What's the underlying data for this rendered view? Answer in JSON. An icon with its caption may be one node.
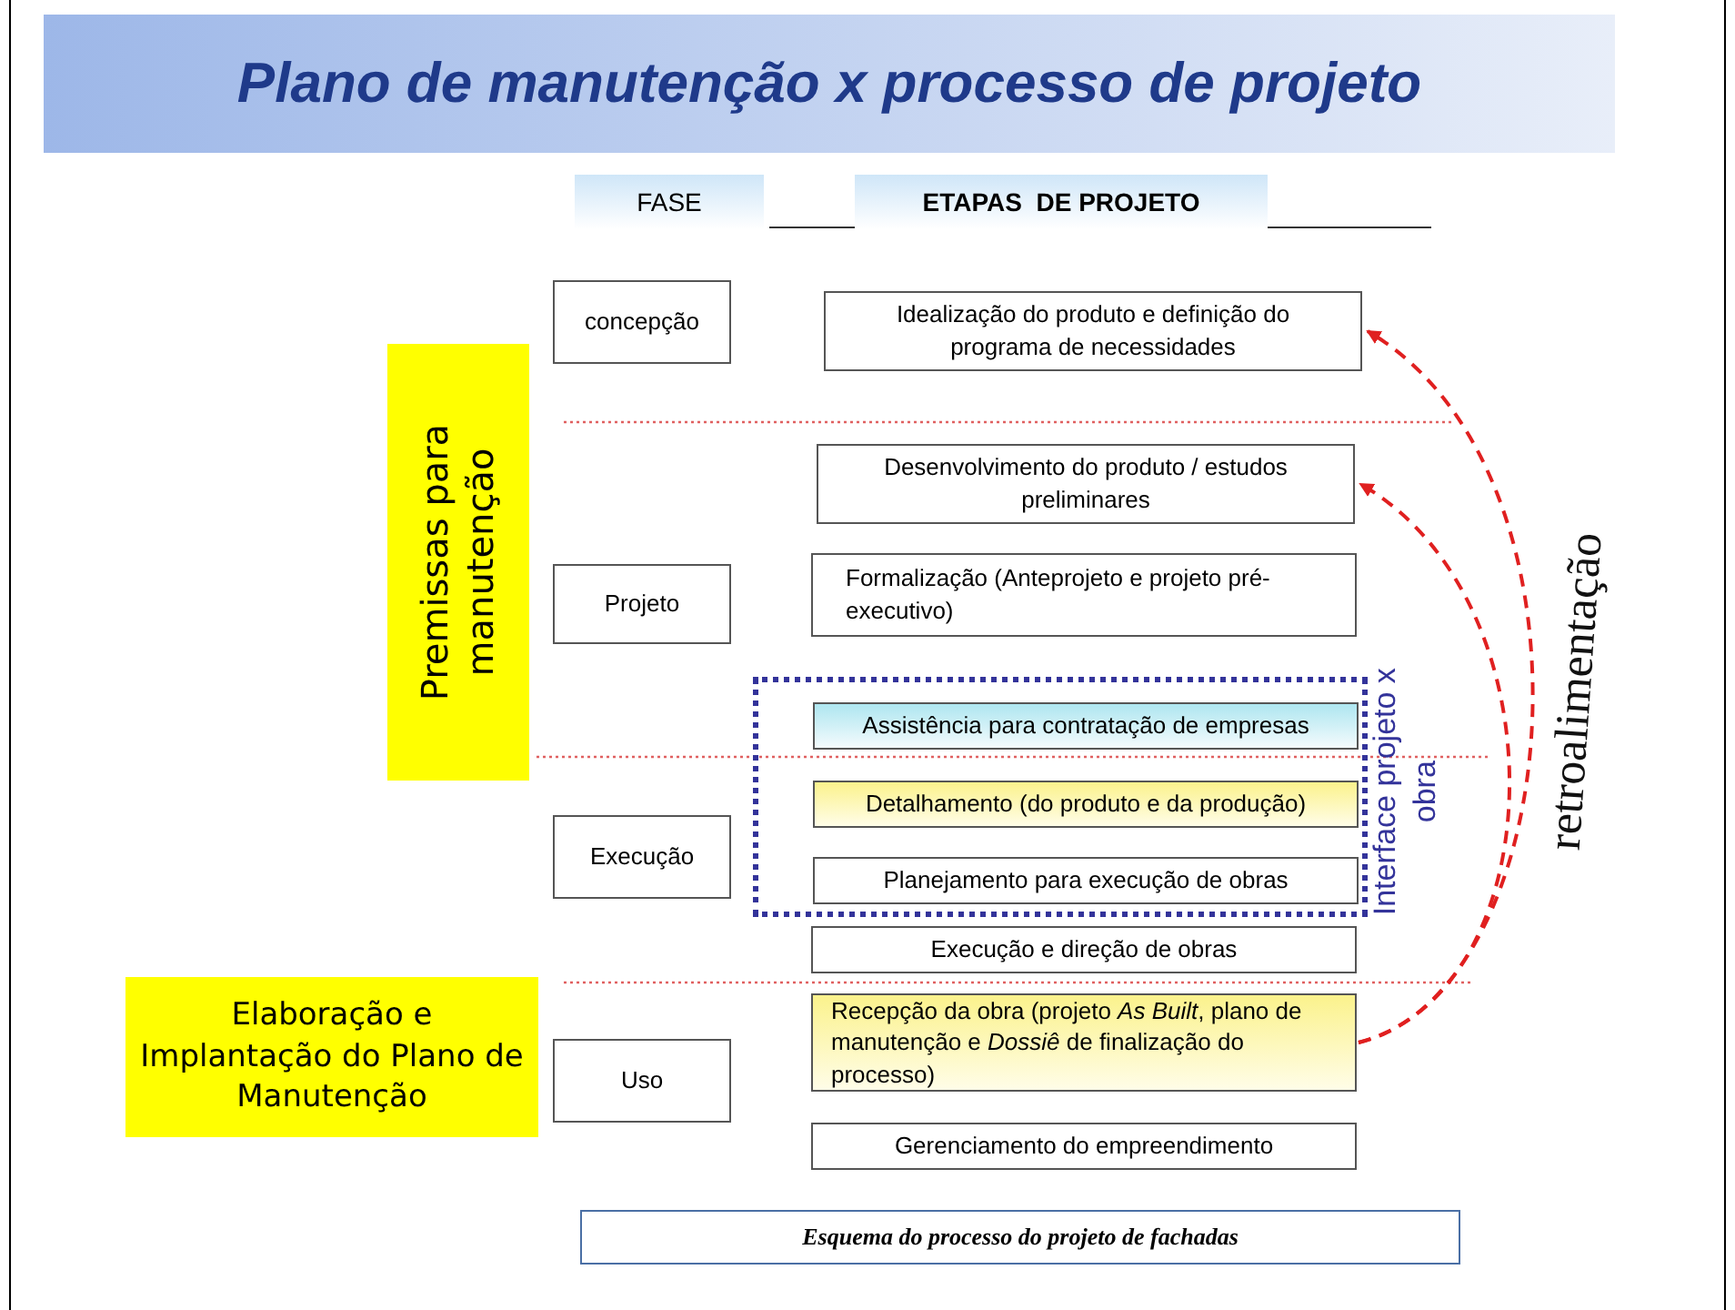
{
  "diagram": {
    "title": "Plano de manutenção x processo de projeto",
    "nodes": [
      {
        "text": [
          "FASE"
        ]
      },
      {
        "text": [
          "ETAPAS  DE PROJETO"
        ]
      },
      {
        "text": [
          "Premissas para manutenção"
        ]
      },
      {
        "text": [
          "concepção"
        ]
      },
      {
        "text": [
          "Idealização do produto e definição do programa de necessidades"
        ]
      },
      {
        "text": [
          "Desenvolvimento do produto / estudos preliminares"
        ]
      },
      {
        "text": [
          "Projeto"
        ]
      },
      {
        "text": [
          "Formalização (Anteprojeto e projeto pré-executivo)"
        ]
      },
      {
        "text": [
          "Interface projeto x obra"
        ]
      },
      {
        "text": [
          "Assistência para contratação de empresas"
        ],
        "in": 8
      },
      {
        "text": [
          "Detalhamento (do produto e da produção)"
        ],
        "in": 8
      },
      {
        "text": [
          "Planejamento para execução de obras"
        ],
        "in": 8
      },
      {
        "text": [
          "Execução"
        ]
      },
      {
        "text": [
          "Execução e direção de obras"
        ]
      },
      {
        "text": [
          "Elaboração e Implantação do Plano de Manutenção"
        ]
      },
      {
        "text": [
          "Uso"
        ]
      },
      {
        "text": [
          "Recepção da obra (projeto *As Built*, plano de manutenção e *Dossiê* de finalização do processo)"
        ]
      },
      {
        "text": [
          "Gerenciamento do empreendimento"
        ]
      },
      {
        "text": [
          "Esquema do processo do projeto de fachadas"
        ]
      }
    ],
    "edges": [
      {
        "from": 16,
        "to": 4,
        "arrow": "to",
        "style": "dashed",
        "label": "retroalimentação"
      },
      {
        "from": 16,
        "to": 5,
        "arrow": "to",
        "style": "dashed"
      }
    ]
  }
}
